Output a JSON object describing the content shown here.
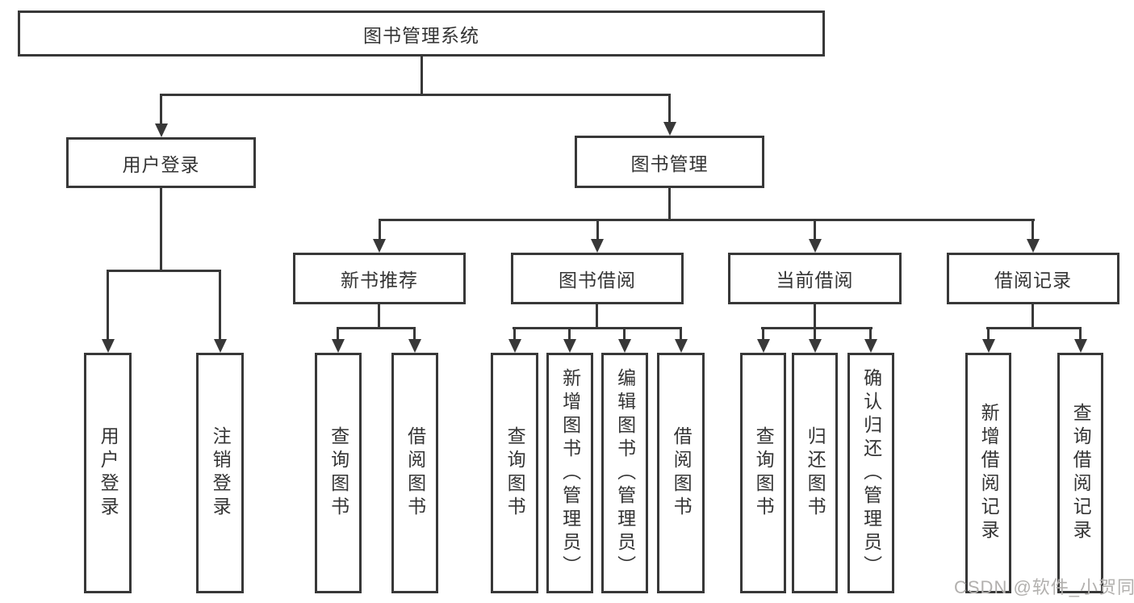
{
  "colors": {
    "line": "#383838",
    "text": "#343434",
    "background": "#ffffff",
    "watermark": "#b2b0ae"
  },
  "watermark": "CSDN @软件_小贺同学",
  "nodes": {
    "root": "图书管理系统",
    "user_login": "用户登录",
    "book_mgmt": "图书管理",
    "new_book_rec": "新书推荐",
    "book_borrow": "图书借阅",
    "current_borrow": "当前借阅",
    "borrow_records": "借阅记录",
    "leaf_user_login": "用户登录",
    "leaf_logout": "注销登录",
    "rec_query_book": "查询图书",
    "rec_borrow_book": "借阅图书",
    "bb_query_book": "查询图书",
    "bb_add_book": "新增图书（管理员）",
    "bb_edit_book": "编辑图书（管理员）",
    "bb_borrow_book": "借阅图书",
    "cb_query_book": "查询图书",
    "cb_return_book": "归还图书",
    "cb_confirm_return": "确认归还（管理员）",
    "br_add_record": "新增借阅记录",
    "br_query_record": "查询借阅记录"
  },
  "tree": [
    {
      "parent": "图书管理系统",
      "children": [
        "用户登录",
        "图书管理"
      ]
    },
    {
      "parent": "用户登录",
      "children": [
        "用户登录",
        "注销登录"
      ]
    },
    {
      "parent": "图书管理",
      "children": [
        "新书推荐",
        "图书借阅",
        "当前借阅",
        "借阅记录"
      ]
    },
    {
      "parent": "新书推荐",
      "children": [
        "查询图书",
        "借阅图书"
      ]
    },
    {
      "parent": "图书借阅",
      "children": [
        "查询图书",
        "新增图书（管理员）",
        "编辑图书（管理员）",
        "借阅图书"
      ]
    },
    {
      "parent": "当前借阅",
      "children": [
        "查询图书",
        "归还图书",
        "确认归还（管理员）"
      ]
    },
    {
      "parent": "借阅记录",
      "children": [
        "新增借阅记录",
        "查询借阅记录"
      ]
    }
  ]
}
